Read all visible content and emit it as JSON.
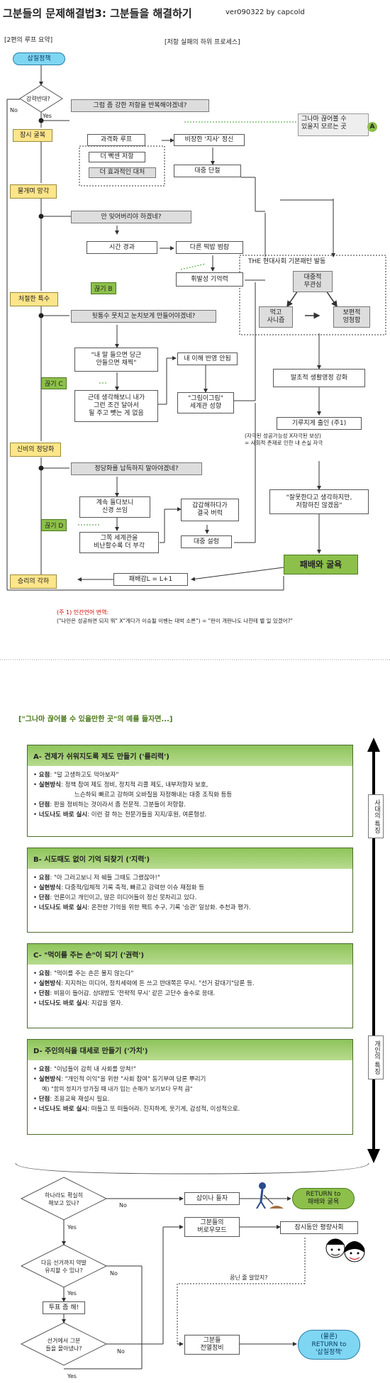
{
  "header": {
    "title": "그분들의 문제해결법3: 그분들을 해결하기",
    "version": "ver090322 by capcold"
  },
  "part1": {
    "left_label": "[2편의 루프 요약]",
    "right_label": "[저항 실패의 하위 프로세스]",
    "left_boxes": [
      "삽질정책",
      "강력반대?",
      "잠시 굴복",
      "물개며 망각",
      "처절한 특수",
      "신비의 정당화",
      "승리의 각하"
    ],
    "yes": "Yes",
    "no": "No",
    "q1": "그럼 좀 강한 저항을 반복해야겠네?",
    "q2": "안 잊어버리야 하겠네?",
    "q3": "뒷통수 뭇치고 눈치보게 만들어야겠네?",
    "q4": "정당화를 납득하지 말아야겠네?",
    "boxes": {
      "b1": "과격화 루프",
      "b2": "비장한 '지사' 정신",
      "b3": "더 빡센 저항",
      "b4": "더 효과적인 대처",
      "b5": "대중 단절",
      "b6": "시간 경과",
      "b7": "다른 떡밥 범람",
      "b8": "휘발성 기억력",
      "b9": "\"내 말 들으면 당근\n안들으면 채찍\"",
      "b10": "근데 생각해보니 내가\n그런 조건 달아서\n될 주고 뺏는 게 없음",
      "b11": "내 이해 반영 안됨",
      "b12": "\"그림이그림\"\n세계관 성향",
      "b13": "계속 들다보니\n신경 쓰임",
      "b14": "그쪽 세계관을\n비난할수록 더 부각",
      "b15": "갑갑해하다가\n결국 버럭",
      "b16": "대중 설렁",
      "b17": "패배감L = L+1"
    },
    "notes": {
      "a": "그나마 끊어볼 수\n있을지 모르는 곳",
      "a_letter": "A",
      "b": "끊기 B",
      "c": "끊기 C",
      "d": "끊기 D"
    },
    "right": {
      "pattern_title": "THE 현대사회 기본패턴 발동",
      "center": "대중적\n무관심",
      "left": "먹고\n사니즘",
      "right": "보편적\n엉청함",
      "r1": "말초적 생활영정 강화",
      "r2": "기루지게 출인 (주1)",
      "r3": "(자극된 성공가능성 X자극된 보상)\n= 사회적 존재로 인한 내 손실 자극",
      "r4": "\"잘못한다고 생각하지만,\n저항하진 않겠음\"",
      "final": "패배와 굴욕"
    },
    "footnote_1": "(주 1) 인간언어 번역:",
    "footnote_2": "(\"나만은 성공하면 되지 뭐\" X\"게다가 이슈될 이벤는 대박 소른\") = \"판이 개판나도 나한테 별 일 있겠어?\""
  },
  "part2": {
    "intro": "[\"그나마 끊어볼 수 있을만한 곳\"의 예를 들자면...]",
    "side_top": "사대의 특징",
    "side_bottom": "개인의 특징",
    "sections": [
      {
        "title": "A- 견제가 쉬워지도록 제도 만들기 ('룰리력')",
        "lines": [
          {
            "k": "요점",
            "v": "\"덜 고생하고도 막아보자\""
          },
          {
            "k": "실현방식",
            "v": "정책 참여 제도 정비, 정치적 리콜 제도, 내부저항자 보호,"
          },
          {
            "k": "",
            "v": "느슨하되 빠르고 강하며 오바질을 자정해내는 대중 조직화 등등"
          },
          {
            "k": "단점",
            "v": "판을 정비하는 것이라서 좀 전문적. 그분들이 저항함."
          },
          {
            "k": "너도나도 바로 실시",
            "v": "이런 걸 하는 전문가들을 지지/후원, 여론형성."
          }
        ]
      },
      {
        "title": "B- 시도때도 없이 기억 되찾기 ('지력')",
        "lines": [
          {
            "k": "요점",
            "v": "\"아 그러고보니 저 쉐들 그때도 그랬잖아!\""
          },
          {
            "k": "실현방식",
            "v": "다중적/입체적 기록 축적, 빠르고 강력한 이슈 재점화 등"
          },
          {
            "k": "단점",
            "v": "언론이고 개인이고, 많은 미디어들이 정신 못차리고 있다."
          },
          {
            "k": "너도나도 바로 실시",
            "v": "온전한 기억을 위한 팩트 추구, 기록 '승관' 일상화. 추천과 평가."
          }
        ]
      },
      {
        "title": "C- \"먹이를 주는 손\"이 되기 ('권력')",
        "lines": [
          {
            "k": "요점",
            "v": "\"먹이를 주는 손은 물지 않는다\""
          },
          {
            "k": "실현방식",
            "v": "지지하는 미디어, 정치세력에 돈 쓰고 반대쪽은 무시. \"선거 갈대기\"담론 등."
          },
          {
            "k": "단점",
            "v": "비용이 들어감. 상대방도 '전략적 무시' 같은 고단수 술수로 응대."
          },
          {
            "k": "너도나도 바로 실시",
            "v": "지갑을 열자."
          }
        ]
      },
      {
        "title": "D- 주인의식을 대세로 만들기 ('가치')",
        "lines": [
          {
            "k": "요점",
            "v": "\"이넘들이 감히 내 사회를 망쳐!\""
          },
          {
            "k": "실현방식",
            "v": "\"개인적 이익\"을 위한 \"사회 참여\" 동기부여 담론 뿌리기"
          },
          {
            "k": "",
            "v": "예) \"함의 정치가 망가질 때 내가 입는 손해가 보기보다 무척 큼\""
          },
          {
            "k": "단점",
            "v": "조용교육 재설시 필요."
          },
          {
            "k": "너도나도 바로 실시",
            "v": "떠들고 또 떠들어라. 진지하게, 웃기게, 감성적, 이성적으로."
          }
        ]
      }
    ],
    "flow": {
      "d1": "하나라도 확실히\n해보고 있나?",
      "d2": "다음 선거까지 약발\n유지할 수 있나?",
      "d3": "선거에서 그분\n들을 몰아냈나?",
      "p1": "투표 좀 해!",
      "n1": "삽이나 들자",
      "n2": "그분들의\n버로우모드",
      "n3": "잠시동안 평량사회",
      "n4": "그분들\n전열정비",
      "ret1": "RETURN to\n패배와 굴욕",
      "ret2": "(물론)\nRETURN to\n'삽질정책'",
      "side_note": "꿈닌 줄 알았지?",
      "yes": "Yes",
      "no": "No"
    }
  }
}
